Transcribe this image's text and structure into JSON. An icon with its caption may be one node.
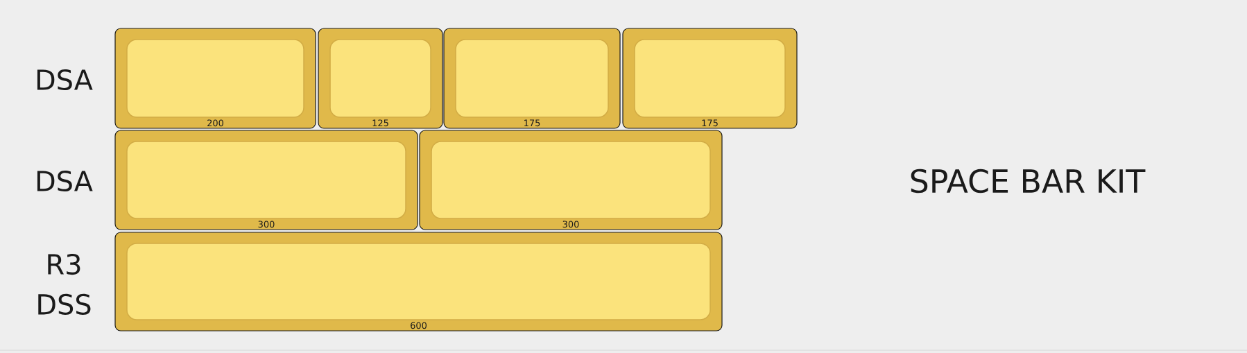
{
  "diagram": {
    "title": "SPACE BAR KIT",
    "nodes": [
      {
        "text": [
          "200"
        ]
      },
      {
        "text": [
          "125"
        ]
      },
      {
        "text": [
          "175"
        ]
      },
      {
        "text": [
          "175"
        ]
      },
      {
        "text": [
          "300"
        ]
      },
      {
        "text": [
          "300"
        ]
      },
      {
        "text": [
          "600"
        ]
      }
    ],
    "labels": [
      "DSA",
      "DSA",
      "R3 DSS"
    ]
  }
}
